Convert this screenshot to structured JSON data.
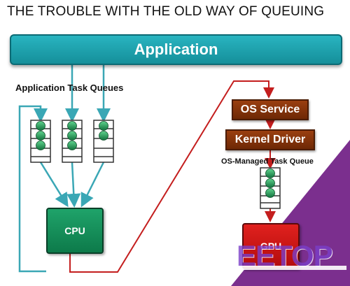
{
  "title": "THE TROUBLE WITH THE OLD WAY OF QUEUING",
  "application_label": "Application",
  "application_task_queues_label": "Application Task Queues",
  "os_service_label": "OS Service",
  "kernel_driver_label": "Kernel Driver",
  "os_managed_queue_label": "OS-Managed Task Queue",
  "cpu_label": "CPU",
  "gpu_label": "GPU",
  "watermark": "EETOP",
  "colors": {
    "application": "#1fa3ae",
    "arrow_teal": "#3aa7b5",
    "arrow_red": "#c41e1e",
    "service_box": "#8a350b",
    "cpu": "#139058",
    "gpu": "#d81818",
    "queue_ball": "#1f9a55",
    "queue_frame": "#333333",
    "purple_wedge": "#7b2f8e"
  }
}
